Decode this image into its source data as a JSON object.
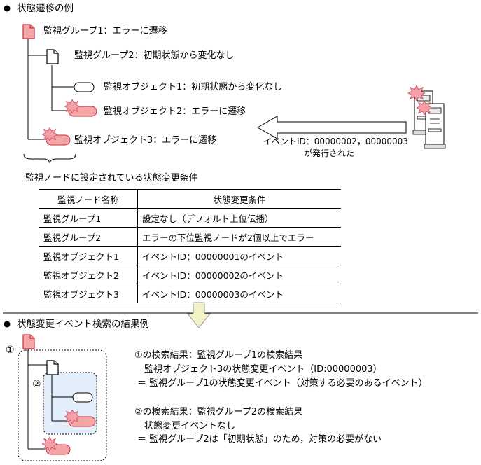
{
  "section1": {
    "title": "状態遷移の例",
    "nodes": {
      "group1": "監視グループ1：エラーに遷移",
      "group2": "監視グループ2：初期状態から変化なし",
      "object1": "監視オブジェクト1：初期状態から変化なし",
      "object2": "監視オブジェクト2：エラーに遷移",
      "object3": "監視オブジェクト3：エラーに遷移"
    },
    "event_line1": "イベントID：00000002，00000003",
    "event_line2": "が発行された",
    "table_caption": "監視ノードに設定されている状態変更条件",
    "table": {
      "headers": [
        "監視ノード名称",
        "状態変更条件"
      ],
      "rows": [
        [
          "監視グループ1",
          "設定なし（デフォルト上位伝播）"
        ],
        [
          "監視グループ2",
          "エラーの下位監視ノードが2個以上でエラー"
        ],
        [
          "監視オブジェクト1",
          "イベントID：00000001のイベント"
        ],
        [
          "監視オブジェクト2",
          "イベントID：00000002のイベント"
        ],
        [
          "監視オブジェクト3",
          "イベントID：00000003のイベント"
        ]
      ]
    }
  },
  "section2": {
    "title": "状態変更イベント検索の結果例",
    "marker1": "①",
    "marker2": "②",
    "result1": {
      "title": "①の検索結果：監視グループ1の検索結果",
      "line1": "監視オブジェクト3の状態変更イベント（ID:00000003）",
      "line2": "＝ 監視グループ1の状態変更イベント（対策する必要のあるイベント）"
    },
    "result2": {
      "title": "②の検索結果：監視グループ2の検索結果",
      "line1": "状態変更イベントなし",
      "line2": "＝ 監視グループ2は「初期状態」のため，対策の必要がない"
    }
  },
  "colors": {
    "error_fill": "#f4a6a6",
    "error_stroke": "#c03040",
    "burst_fill": "#f3a0a8",
    "highlight_fill": "#e3eefb",
    "arrow_fill": "#f3f1c6"
  }
}
